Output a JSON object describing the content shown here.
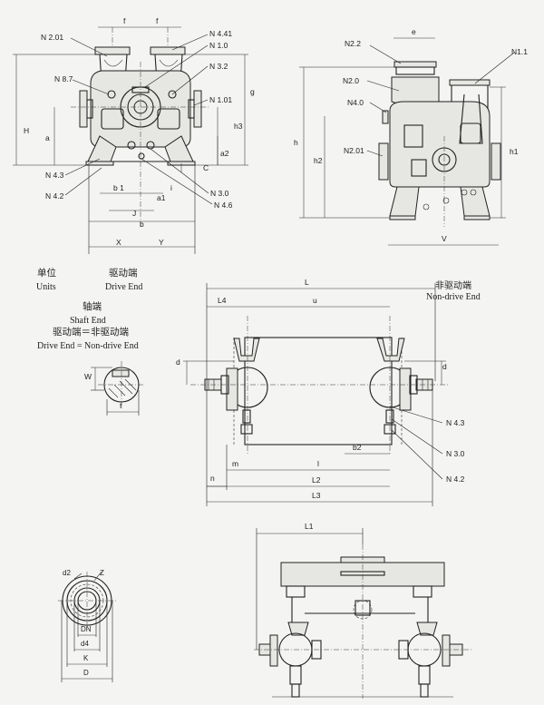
{
  "front_view": {
    "nozzles": [
      "N 2.01",
      "N 8.7",
      "N 4.3",
      "N 4.2",
      "N 4.41",
      "N 1.0",
      "N 3.2",
      "N 1.01",
      "N 3.0",
      "N 4.6"
    ],
    "dims": [
      "f",
      "f",
      "H",
      "a",
      "b 1",
      "g",
      "h3",
      "a2",
      "C",
      "a1",
      "i",
      "J",
      "b",
      "X",
      "Y"
    ]
  },
  "side_view": {
    "nozzles": [
      "N2.2",
      "N1.1",
      "N2.0",
      "N4.0",
      "N2.01"
    ],
    "dims": [
      "e",
      "h",
      "h2",
      "h1",
      "V"
    ]
  },
  "legend": {
    "units_cn": "单位",
    "units_en": "Units",
    "drive_cn": "驱动端",
    "drive_en": "Drive End",
    "shaft_cn": "轴端",
    "shaft_en": "Shaft End",
    "eq_cn": "驱动端＝非驱动端",
    "eq_en": "Drive End = Non-drive End"
  },
  "shaft_detail": {
    "dims": [
      "W",
      "t"
    ]
  },
  "top_view": {
    "nondrive_cn": "非驱动端",
    "nondrive_en": "Non-drive End",
    "nozzles": [
      "N 4.3",
      "N 3.0",
      "N 4.2"
    ],
    "dims": [
      "L",
      "L4",
      "u",
      "d",
      "d",
      "b2",
      "m",
      "n",
      "l",
      "L2",
      "L3"
    ]
  },
  "flange_detail": {
    "dims": [
      "d2",
      "Z",
      "DN",
      "d4",
      "K",
      "D"
    ]
  },
  "base_view": {
    "dims": [
      "L1"
    ]
  }
}
